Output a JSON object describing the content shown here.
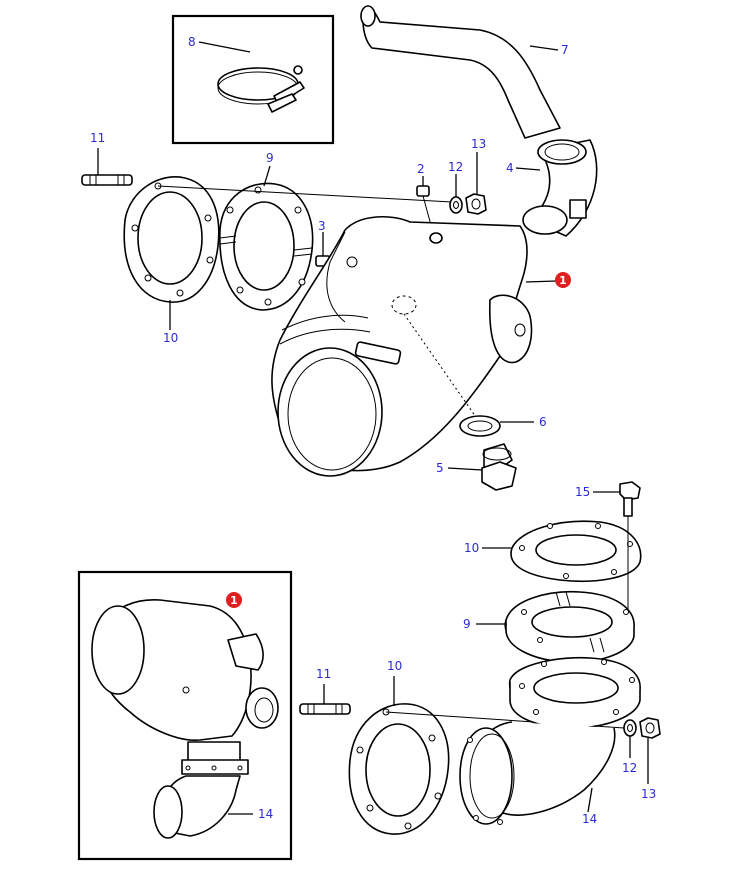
{
  "labels": {
    "p1": "1",
    "p2": "2",
    "p3": "3",
    "p4": "4",
    "p5": "5",
    "p6": "6",
    "p7": "7",
    "p8": "8",
    "p9_top": "9",
    "p10_top": "10",
    "p11_top": "11",
    "p12_top": "12",
    "p13_top": "13",
    "p15": "15",
    "p10_right": "10",
    "p9_right": "9",
    "p11_bottom": "11",
    "p10_bottom": "10",
    "p12_bottom": "12",
    "p13_bottom": "13",
    "p14_bottom": "14",
    "p14_inset": "14",
    "p1_inset": "1"
  },
  "colors": {
    "label": "#2b2bd6",
    "callout": "#e02020",
    "line": "#000000",
    "background": "#ffffff"
  }
}
